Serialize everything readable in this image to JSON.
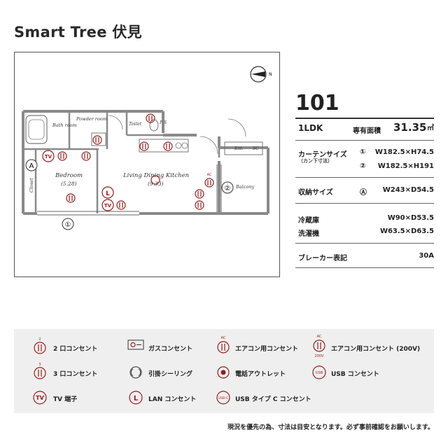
{
  "title": "Smart Tree 伏見",
  "unit": {
    "number": "101",
    "layout": "1LDK",
    "area_label": "専有面積",
    "area_value": "31.35",
    "area_unit": "㎡",
    "curtain_label": "カーテンサイズ",
    "curtain_note": "（カン下寸法）",
    "curtain": [
      {
        "marker": "①",
        "size": "W182.5×H74.5"
      },
      {
        "marker": "②",
        "size": "W182.5×H191"
      }
    ],
    "storage_label": "収納サイズ",
    "storage_marker": "Ⓐ",
    "storage_size": "W243×D54.5",
    "fridge_label": "冷蔵庫",
    "fridge_size": "W90×D53.5",
    "washer_label": "洗濯機",
    "washer_size": "W63.5×D63.5",
    "breaker_label": "ブレーカー表記",
    "breaker_value": "30A"
  },
  "plan": {
    "rooms": {
      "bath": "Bath room",
      "powder": "Powder room",
      "toilet": "Toilet",
      "ps": "P S",
      "bedroom": "Bedroom",
      "bedroom_size": "(5.28)",
      "ldk": "Living Dining Kitchen",
      "ldk_size": "(9.33)",
      "closet": "Closet",
      "balcony": "Balcony",
      "ent": "Ent.",
      "sc": "SC"
    },
    "markers": {
      "window1": "①",
      "window2": "②",
      "closet": "A",
      "tv": "TV",
      "lan": "L",
      "ac": "AC",
      "north": "N"
    }
  },
  "legend": [
    {
      "icon": "outlet-2-icon",
      "label": "2 口コンセント"
    },
    {
      "icon": "gas-outlet-icon",
      "label": "ガスコンセント"
    },
    {
      "icon": "ac-outlet-icon",
      "label": "エアコン用コンセント"
    },
    {
      "icon": "ac-outlet-200v-icon",
      "label": "エアコン用コンセント (200V)"
    },
    {
      "icon": "outlet-3-icon",
      "label": "3 口コンセント"
    },
    {
      "icon": "ceiling-hook-icon",
      "label": "引掛シーリング"
    },
    {
      "icon": "phone-outlet-icon",
      "label": "電話アウトレット"
    },
    {
      "icon": "usb-outlet-icon",
      "label": "USB コンセント"
    },
    {
      "icon": "tv-outlet-icon",
      "label": "TV 端子"
    },
    {
      "icon": "lan-outlet-icon",
      "label": "LAN コンセント"
    },
    {
      "icon": "usb-c-outlet-icon",
      "label": "USB タイプ C コンセント"
    }
  ],
  "legend_icon_text": {
    "two": "2",
    "three": "3",
    "tv": "TV",
    "lan": "L",
    "ac": "AC",
    "v200": "200V",
    "usb": "USB",
    "usbc": "USB-C"
  },
  "footnote": "現況を優先の為、寸法は目安となります。必ず事前確認をお願いします。",
  "colors": {
    "accent": "#9a1b1b",
    "legend_bg": "#efefef",
    "wall": "#8a8a8a"
  }
}
